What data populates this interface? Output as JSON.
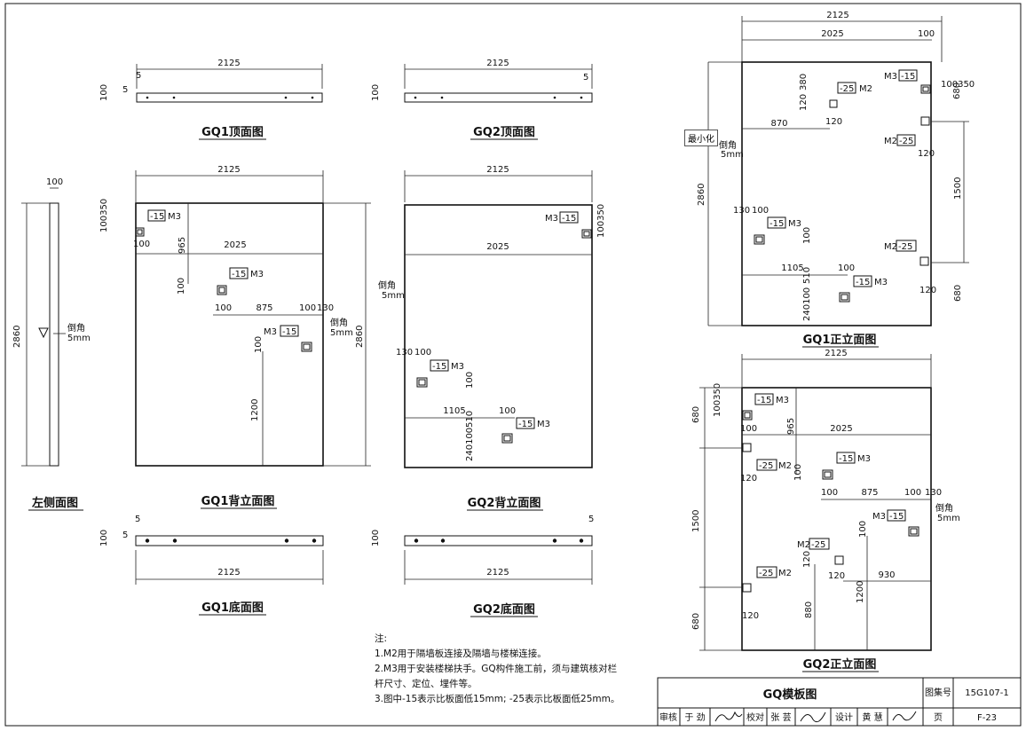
{
  "tooltip": "最小化",
  "views": {
    "gq1_top": "GQ1顶面图",
    "gq2_top": "GQ2顶面图",
    "left_side": "左侧面图",
    "gq1_back": "GQ1背立面图",
    "gq2_back": "GQ2背立面图",
    "gq1_bottom": "GQ1底面图",
    "gq2_bottom": "GQ2底面图",
    "gq1_front": "GQ1正立面图",
    "gq2_front": "GQ2正立面图"
  },
  "labels": {
    "chamfer": "倒角",
    "chamfer_size": "5mm",
    "m2": "M2",
    "m3": "M3",
    "minus15": "-15",
    "minus25": "-25"
  },
  "dims": {
    "d2125": "2125",
    "d2025": "2025",
    "d2860": "2860",
    "d100": "100",
    "d350": "350",
    "d100350": "100350",
    "d5": "5",
    "d965": "965",
    "d875": "875",
    "d130": "130",
    "d1200": "1200",
    "d1105": "1105",
    "d510": "510",
    "d240100": "240100",
    "d380": "380",
    "d120": "120",
    "d870": "870",
    "d680": "680",
    "d1500": "1500",
    "d930": "930",
    "d880": "880"
  },
  "notes": {
    "heading": "注:",
    "line1": "1.M2用于隔墙板连接及隔墙与楼梯连接。",
    "line2": "2.M3用于安装楼梯扶手。GQ构件施工前，须与建筑核对栏",
    "line3": "杆尺寸、定位、埋件等。",
    "line4": "3.图中-15表示比板面低15mm; -25表示比板面低25mm。"
  },
  "title_block": {
    "title": "GQ模板图",
    "atlas_label": "图集号",
    "atlas_no": "15G107-1",
    "page_label": "页",
    "page_no": "F-23",
    "review_label": "审核",
    "review_name": "于 劲",
    "check_label": "校对",
    "check_name": "张 芸",
    "design_label": "设计",
    "design_name": "黄 慧"
  }
}
